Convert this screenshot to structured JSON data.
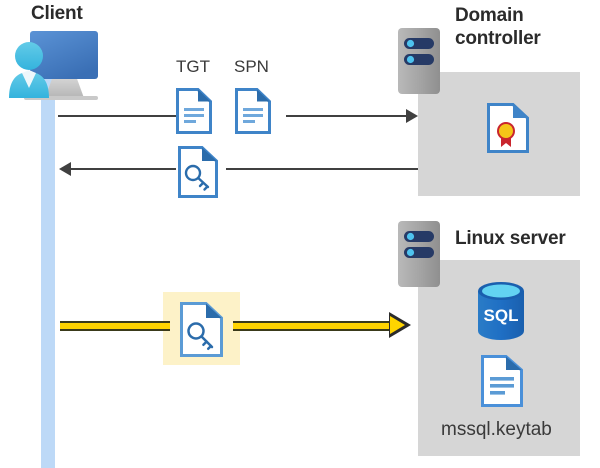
{
  "diagram": {
    "title_client": "Client",
    "title_dc": "Domain controller",
    "title_linux": "Linux server",
    "label_tgt": "TGT",
    "label_spn": "SPN",
    "label_keytab_file": "mssql.keytab",
    "icons": {
      "client": "client-workstation-icon",
      "server": "server-rack-icon",
      "certificate": "certificate-icon",
      "sql": "sql-database-icon",
      "document": "document-icon",
      "key_document": "key-document-icon"
    },
    "sql_text": "SQL",
    "colors": {
      "panel_gray": "#d6d6d6",
      "lifeline_blue": "#bdd9f7",
      "highlight_yellow": "#fdf2c8",
      "gold_arrow": "#ffd400",
      "line_dark": "#404040",
      "icon_blue": "#3f84c8",
      "icon_blue_dark": "#2b6cab",
      "server_gray": "#9a9a9a",
      "server_navy": "#263a66",
      "server_cyan": "#4ec3ef",
      "seal_gold": "#f5c518",
      "seal_red": "#c9252d",
      "sql_blue": "#1f6fc4",
      "text_dark": "#2b2b2b"
    },
    "flows": [
      {
        "name": "client-to-dc-request",
        "direction": "right",
        "carries": [
          "TGT",
          "SPN"
        ]
      },
      {
        "name": "dc-to-client-response",
        "direction": "left",
        "carries": [
          "service-ticket"
        ]
      },
      {
        "name": "client-to-linux-ticket",
        "direction": "right",
        "carries": [
          "service-ticket"
        ],
        "highlighted": true
      }
    ]
  }
}
